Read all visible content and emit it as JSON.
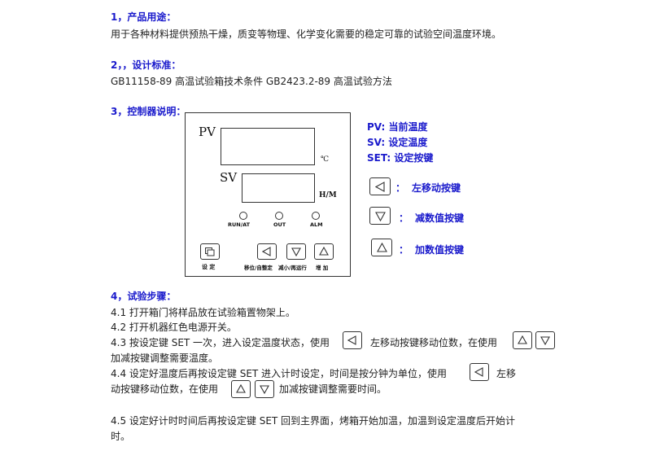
{
  "section1": {
    "heading": "1，产品用途：",
    "text": "用于各种材料提供预热干燥，质变等物理、化学变化需要的稳定可靠的试验空间温度环境。"
  },
  "section2": {
    "heading": "2，，设计标准：",
    "text": "GB11158-89 高温试验箱技术条件   GB2423.2-89 高温试验方法"
  },
  "section3": {
    "heading": "3，控制器说明：",
    "panel": {
      "pv_label": "PV",
      "sv_label": "SV",
      "unit_c": "℃",
      "unit_hm": "H/M",
      "led_run": "RUN/AT",
      "led_out": "OUT",
      "led_alm": "ALM",
      "btn_set_label": "设 定",
      "btn_left_label": "移位/自整定",
      "btn_down_label": "减小/再运行",
      "btn_up_label": "增 加"
    },
    "legend": {
      "pv": "PV:   当前温度",
      "sv": "SV:   设定温度",
      "set": "SET: 设定按键",
      "colon": "：",
      "left_key": "左移动按键",
      "down_key": "减数值按键",
      "up_key": "加数值按键"
    }
  },
  "section4": {
    "heading": "4，试验步骤：",
    "s41": "4.1  打开箱门将样品放在试验箱置物架上。",
    "s42": "4.2  打开机器红色电源开关。",
    "s43a": "4.3  按设定键 SET 一次，进入设定温度状态，使用",
    "s43b": "左移动按键移动位数，在使用",
    "s43c": "加减按键调整需要温度。",
    "s44a": "4.4  设定好温度后再按设定键 SET 进入计时设定，时间是按分钟为单位，使用",
    "s44b": "左移",
    "s44c": "动按键移动位数，在使用",
    "s44d": "加减按键调整需要时间。",
    "s45a": "4.5  设定好计时时间后再按设定键 SET 回到主界面，烤箱开始加温，加温到设定温度后开始计",
    "s45b": "时。"
  },
  "colors": {
    "heading_blue": "#1a1acc",
    "text": "#222222"
  }
}
